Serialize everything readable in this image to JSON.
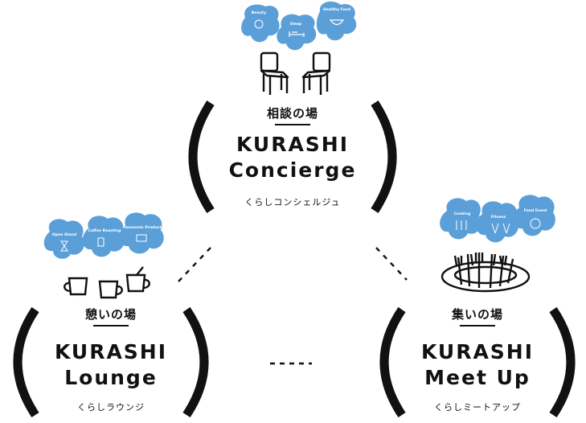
{
  "concierge": {
    "title_jp": "相談の場",
    "title_en_line1": "KURASHI",
    "title_en_line2": "Concierge",
    "kana": "くらしコンシェルジュ",
    "bubbles": [
      "Beauty",
      "Sleep",
      "Healthy Food"
    ]
  },
  "lounge": {
    "title_jp": "憩いの場",
    "title_en_line1": "KURASHI",
    "title_en_line2": "Lounge",
    "kana": "くらしラウンジ",
    "bubbles": [
      "Open Stand",
      "Coffee Roasting",
      "Panasonic Products"
    ]
  },
  "meetup": {
    "title_jp": "集いの場",
    "title_en_line1": "KURASHI",
    "title_en_line2": "Meet Up",
    "kana": "くらしミートアップ",
    "bubbles": [
      "Cooking",
      "Fitness",
      "Food Event"
    ]
  },
  "colors": {
    "bubble": "#5b9fd9",
    "ink": "#111111"
  }
}
